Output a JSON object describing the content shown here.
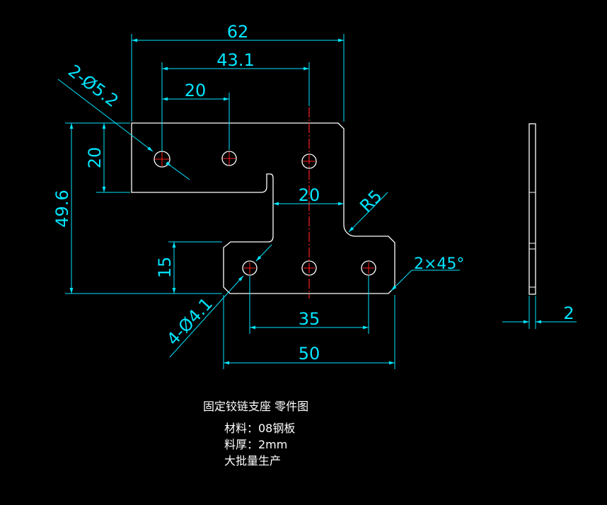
{
  "colors": {
    "background": "#000000",
    "outline": "#ffffff",
    "dimension": "#00e5ff",
    "centerline": "#ff2020",
    "text": "#ffffff"
  },
  "dimensions": {
    "overall_width": "62",
    "hole_span_top": "43.1",
    "hole_pitch_top": "20",
    "hole_callout_top": "2-Ø5.2",
    "upper_height": "20",
    "overall_height": "49.6",
    "neck_width": "20",
    "fillet_radius": "R5",
    "lower_height": "15",
    "chamfer": "2×45°",
    "hole_pitch_bottom": "35",
    "base_width": "50",
    "hole_callout_bottom": "4-Ø4.1",
    "thickness": "2"
  },
  "notes": {
    "title": "固定铰链支座    零件图",
    "material": "材料：08钢板",
    "thickness": "料厚：2mm",
    "production": "大批量生产"
  }
}
